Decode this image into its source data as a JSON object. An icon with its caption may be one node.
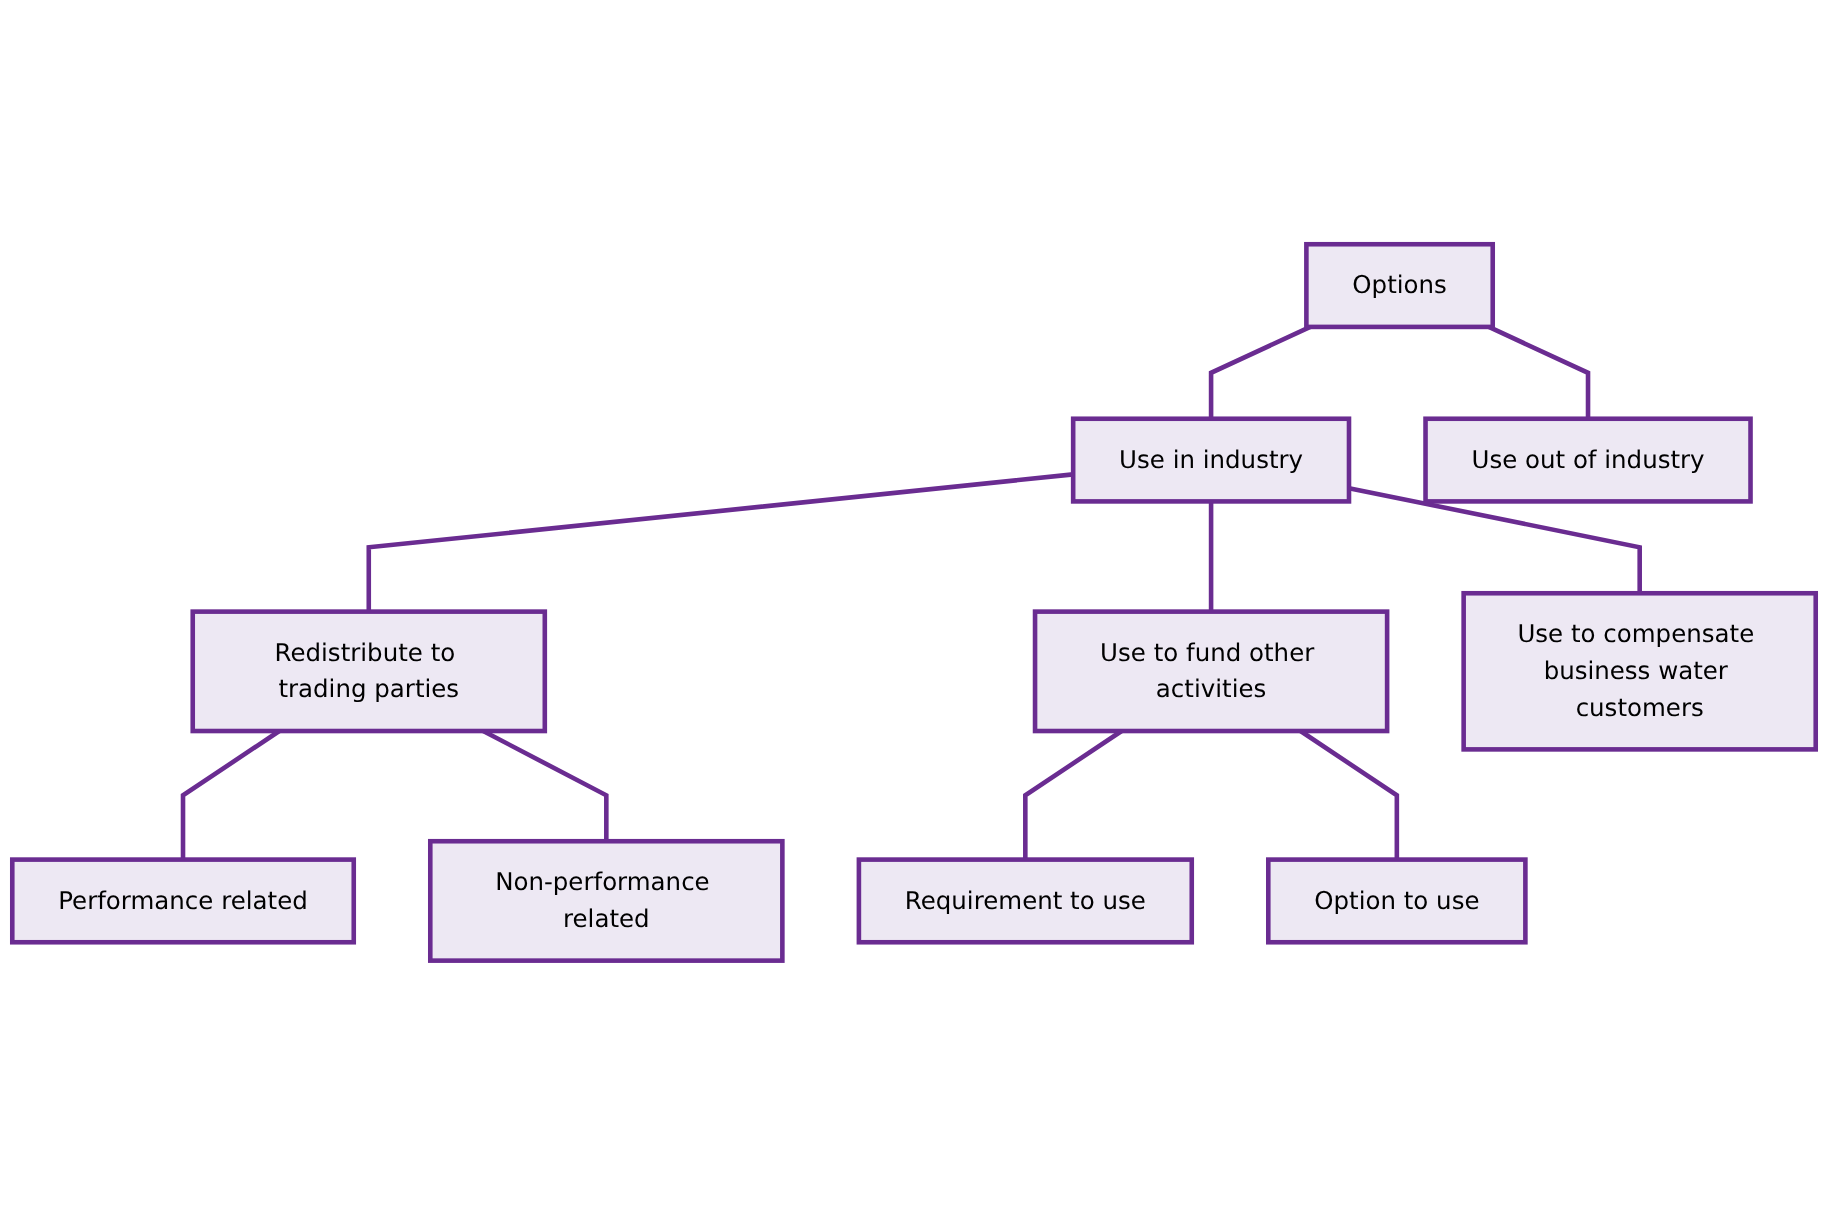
{
  "diagram": {
    "nodes": [
      {
        "text": [
          "Options"
        ]
      },
      {
        "text": [
          "Use in industry"
        ]
      },
      {
        "text": [
          "Use out of industry"
        ]
      },
      {
        "text": [
          "Redistribute to trading parties"
        ]
      },
      {
        "text": [
          "Use to fund other activities"
        ]
      },
      {
        "text": [
          "Use to compensate business water customers"
        ]
      },
      {
        "text": [
          "Performance related"
        ]
      },
      {
        "text": [
          "Non-performance related"
        ]
      },
      {
        "text": [
          "Requirement to use"
        ]
      },
      {
        "text": [
          "Option to use"
        ]
      }
    ],
    "edges": [
      {
        "from": 0,
        "to": 1,
        "arrow": "none"
      },
      {
        "from": 0,
        "to": 2,
        "arrow": "none"
      },
      {
        "from": 1,
        "to": 3,
        "arrow": "none"
      },
      {
        "from": 1,
        "to": 4,
        "arrow": "none"
      },
      {
        "from": 1,
        "to": 5,
        "arrow": "none"
      },
      {
        "from": 3,
        "to": 6,
        "arrow": "none"
      },
      {
        "from": 3,
        "to": 7,
        "arrow": "none"
      },
      {
        "from": 4,
        "to": 8,
        "arrow": "none"
      },
      {
        "from": 4,
        "to": 9,
        "arrow": "none"
      }
    ]
  }
}
